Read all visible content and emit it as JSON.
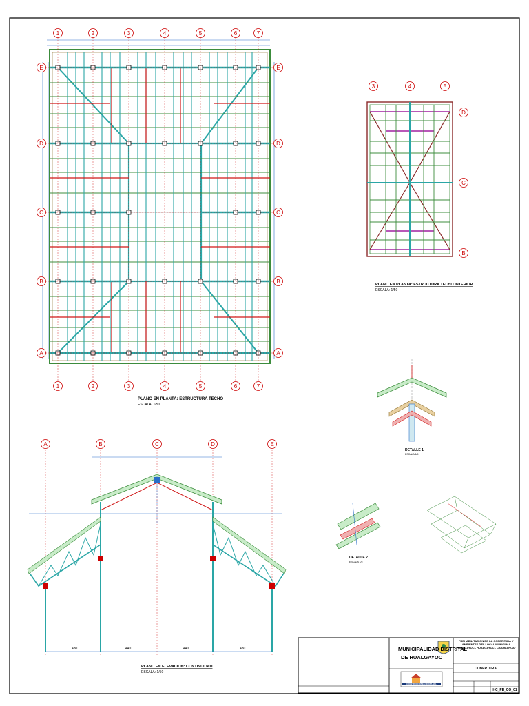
{
  "plan_main": {
    "title": "PLANO EN PLANTA: ESTRUCTURA TECHO",
    "scale": "ESCALA: 1/50",
    "axes_numbers": [
      "1",
      "2",
      "3",
      "4",
      "5",
      "6",
      "7"
    ],
    "axes_letters": [
      "E",
      "D",
      "C",
      "B",
      "A"
    ]
  },
  "plan_small": {
    "title": "PLANO EN PLANTA: ESTRUCTURA TECHO INTERIOR",
    "scale": "ESCALA: 1/50",
    "axes_numbers": [
      "3",
      "4",
      "5"
    ],
    "axes_letters": [
      "D",
      "C",
      "B"
    ]
  },
  "elevation": {
    "title": "PLANO EN ELEVACION: CONTINUIDAD",
    "scale": "ESCALA: 1/50",
    "axes": [
      "A",
      "B",
      "C",
      "D",
      "E"
    ],
    "dims_bottom": [
      "480",
      "440",
      "440",
      "480"
    ]
  },
  "details": {
    "detail1": {
      "title": "DETALLE 1",
      "scale": "ESCALA 1/5"
    },
    "detail2": {
      "title": "DETALLE 2",
      "scale": "ESCALA 1/5"
    }
  },
  "title_block": {
    "entity_line1": "MUNICIPALIDAD DISTRITAL",
    "entity_line2": "DE HUALGAYOC",
    "project": "\"REHABILITACION DE LA COBERTURA Y AMBIENTES DEL LOCAL MUNICIPAL HUALGAYOC - HUALGAYOC - CAJAMARCA\"",
    "sheet_name": "COBERTURA",
    "sheet_code": "HC_PE_CO_01",
    "logo_text": "CONSTRUCCIONES NONSA SRL"
  },
  "colors": {
    "beam": "#2aa6a6",
    "purlin": "#3c8c3c",
    "rafter": "#d01818",
    "axis": "#cc0000",
    "purple": "#a020a0",
    "brown": "#8b2a2a"
  }
}
